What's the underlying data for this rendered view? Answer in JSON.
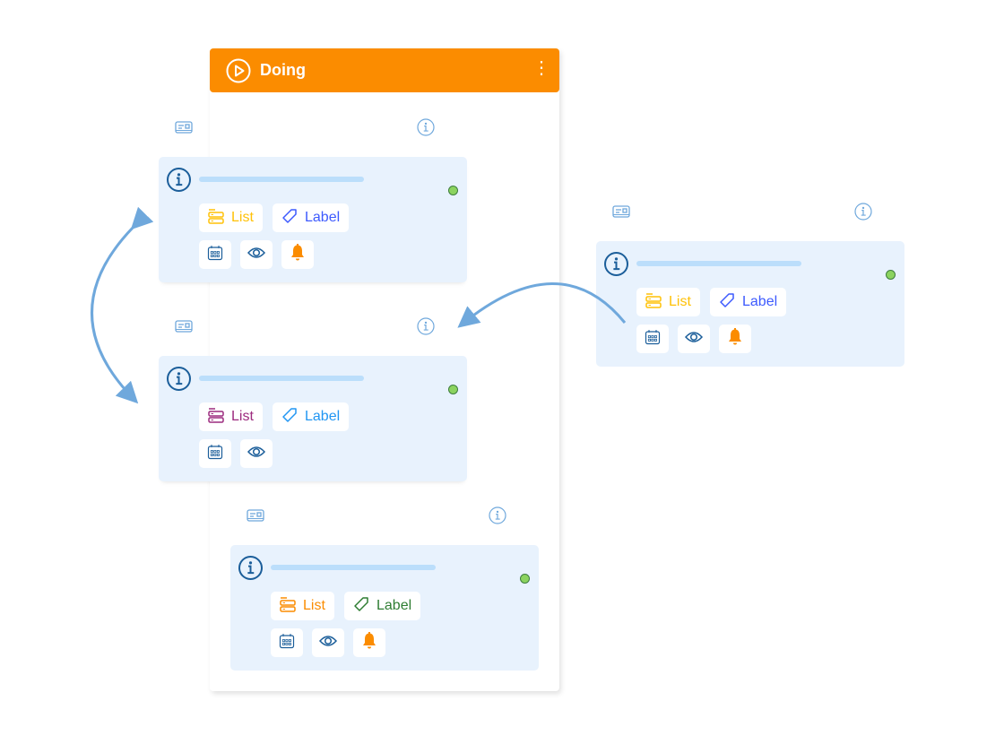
{
  "column": {
    "title": "Doing",
    "color": "#FB8C00"
  },
  "cards": [
    {
      "id": "card-1",
      "list_label": "List",
      "list_color": "#FFC107",
      "label_label": "Label",
      "label_color": "#3D5AFE",
      "has_bell": true
    },
    {
      "id": "card-2",
      "list_label": "List",
      "list_color": "#9C2A7E",
      "label_label": "Label",
      "label_color": "#2196F3",
      "has_bell": false
    },
    {
      "id": "card-3",
      "list_label": "List",
      "list_color": "#FB8C00",
      "label_label": "Label",
      "label_color": "#2E7D32",
      "has_bell": true
    },
    {
      "id": "card-dragged",
      "list_label": "List",
      "list_color": "#FFC107",
      "label_label": "Label",
      "label_color": "#3D5AFE",
      "has_bell": true
    }
  ],
  "colors": {
    "icon": "#1B5E9A",
    "light_icon": "#6FA8DC",
    "bell": "#FB8C00",
    "arrow": "#6FA8DC"
  }
}
